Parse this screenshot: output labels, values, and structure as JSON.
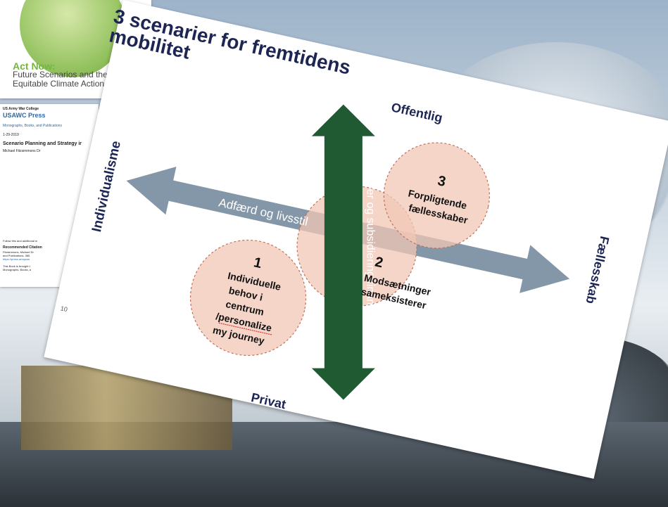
{
  "background_doc": {
    "heading": "Act Now:",
    "subtitle": "Future Scenarios and the Case for Equitable Climate Action"
  },
  "background_doc2": {
    "org": "US Army War College",
    "press": "USAWC Press",
    "section": "Monographs, Books, and Publications",
    "date": "1-29-2019",
    "title": "Scenario Planning and Strategy ir",
    "author": "Michael Fitzsimmons Dr",
    "follow": "Follow this and additional w",
    "citation_heading": "Recommended Citation",
    "citation_line1": "Fitzsimmons, Michael Dr",
    "citation_line2": "and Publications. 385",
    "citation_line3": "https://press.armywar",
    "footer_line1": "This Book is brought t",
    "footer_line2": "Monographs, Books, a"
  },
  "slide": {
    "title_line1": "3 scenarier for fremtidens",
    "title_line2": "mobilitet",
    "axis_top": "Offentlig",
    "axis_bottom": "Privat",
    "axis_left": "Individualisme",
    "axis_right": "Fællesskab",
    "horizontal_arrow_label": "Adfærd og livsstil",
    "vertical_arrow_label": "Aktører og subsidiering/finansiering",
    "page_number": "10",
    "scenarios": [
      {
        "number": "1",
        "lines": [
          "Individuelle",
          "behov i",
          "centrum",
          "/personalize",
          "my journey"
        ]
      },
      {
        "number": "2",
        "lines": [
          "Modsætninger",
          "sameksisterer"
        ]
      },
      {
        "number": "3",
        "lines": [
          "Forpligtende",
          "fællesskaber"
        ]
      }
    ],
    "colors": {
      "horizontal_arrow": "#7d91a3",
      "vertical_arrow": "#1f5a33",
      "circle_fill": "#f2c7b6",
      "title_color": "#1d2554"
    }
  }
}
